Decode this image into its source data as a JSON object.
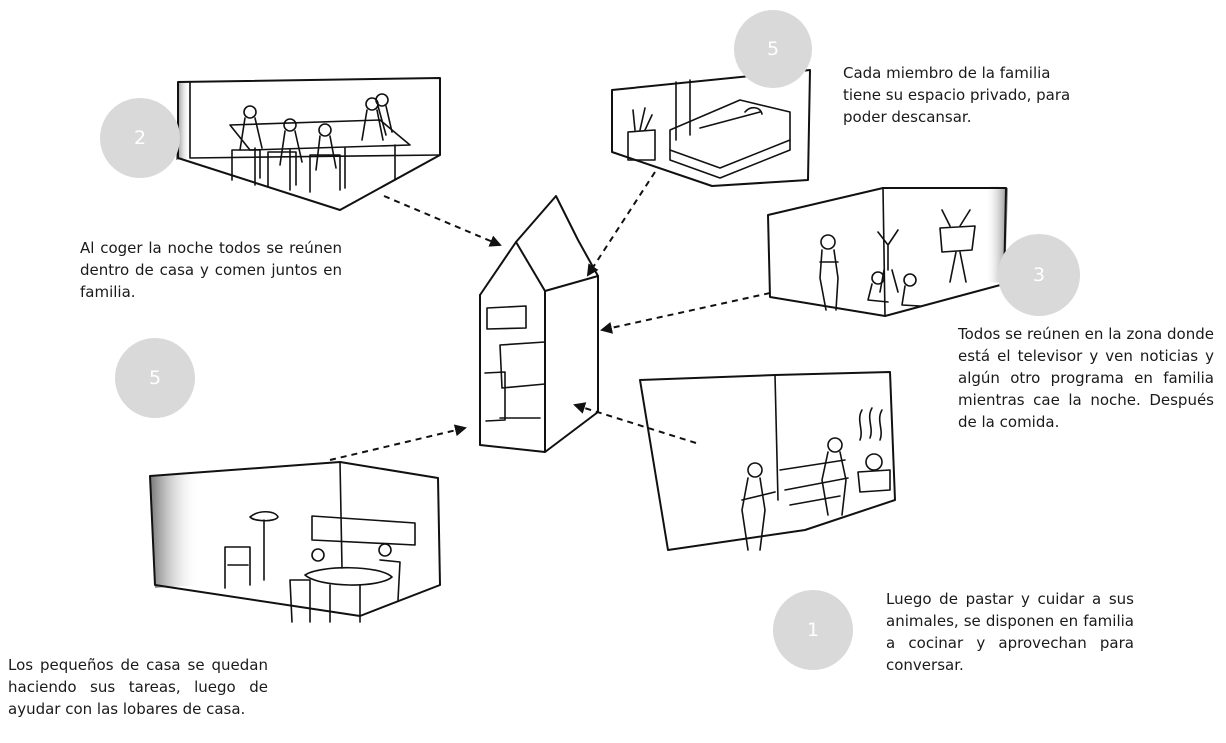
{
  "badges": [
    {
      "id": "badge-2",
      "label": "2",
      "color": "#d9d9d9"
    },
    {
      "id": "badge-5-top",
      "label": "5",
      "color": "#d9d9d9"
    },
    {
      "id": "badge-3",
      "label": "3",
      "color": "#d9d9d9"
    },
    {
      "id": "badge-5-bottom",
      "label": "5",
      "color": "#d9d9d9"
    },
    {
      "id": "badge-1",
      "label": "1",
      "color": "#d9d9d9"
    }
  ],
  "captions": {
    "dining": "Al coger la noche todos se reúnen dentro de casa y comen juntos en familia.",
    "bedroom": "Cada miembro de la familia tiene su espacio privado, para poder descansar.",
    "tv": "Todos se reúnen en la zona donde está el televisor y ven noticias y algún otro programa en familia mientras cae la noche. Después de la comida.",
    "homework": "Los pequeños de casa se quedan haciendo sus tareas, luego de ayudar con las lobares de casa.",
    "kitchen": "Luego de pastar y cuidar a sus animales, se disponen en familia a cocinar y aprovechan para conversar."
  }
}
